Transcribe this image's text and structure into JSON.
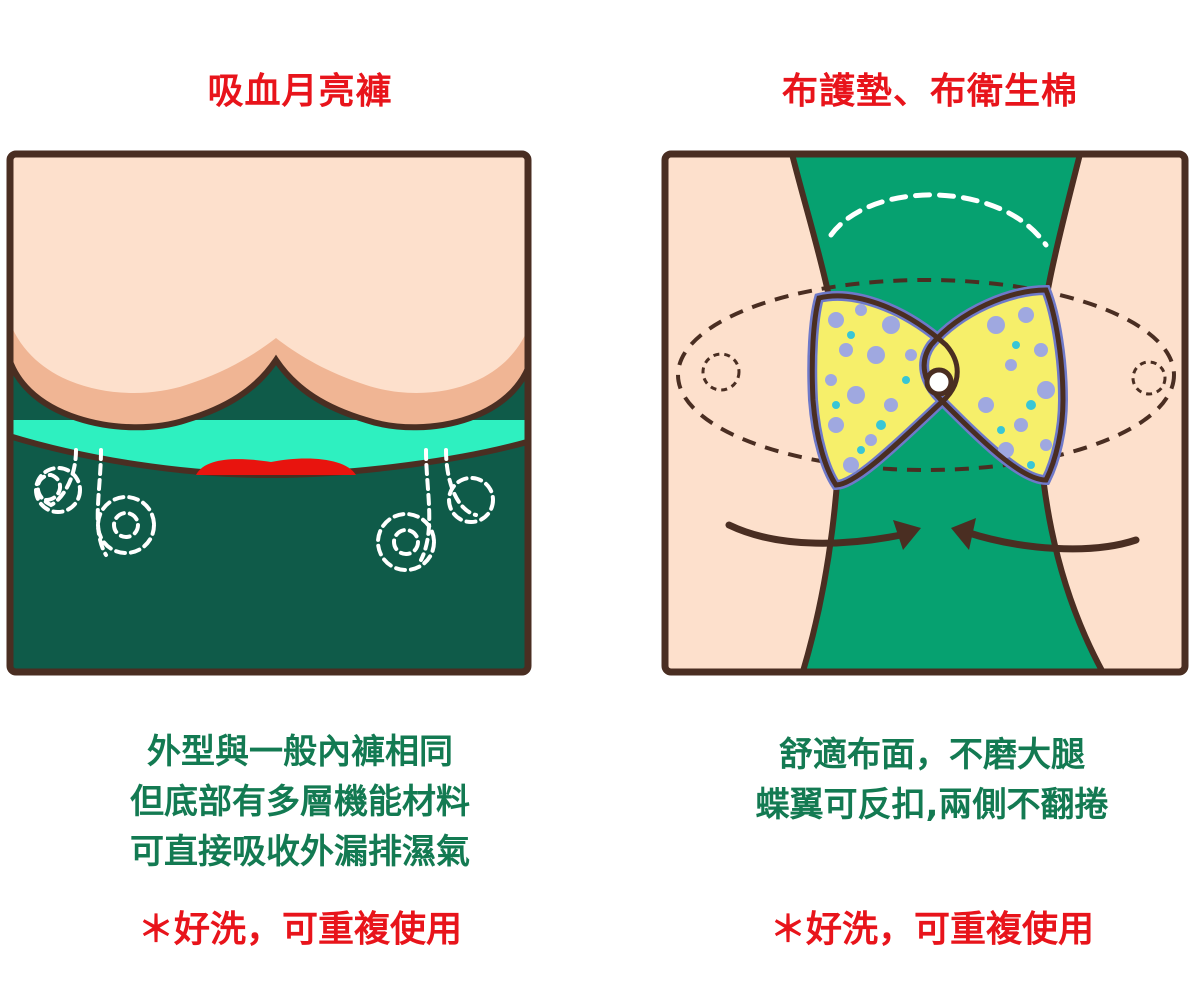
{
  "left": {
    "title": "吸血月亮褲",
    "desc_lines": [
      "外型與一般內褲相同",
      "但底部有多層機能材料",
      "可直接吸收外漏排濕氣"
    ],
    "note": "＊好洗，可重複使用"
  },
  "right": {
    "title": "布護墊、布衛生棉",
    "desc_lines": [
      "舒適布面，不磨大腿",
      "蝶翼可反扣,兩側不翻捲"
    ],
    "note": "＊好洗，可重複使用"
  },
  "colors": {
    "title_red": "#e8141b",
    "text_green": "#137a52",
    "outline": "#4a2e22",
    "skin": "#fde0cc",
    "skin_shade": "#f0b594",
    "mint": "#2ef0c0",
    "dark_green": "#0f5b49",
    "pad_green": "#06a170",
    "pad_yellow": "#f6ef6a",
    "pad_purple": "#6e79c9"
  }
}
